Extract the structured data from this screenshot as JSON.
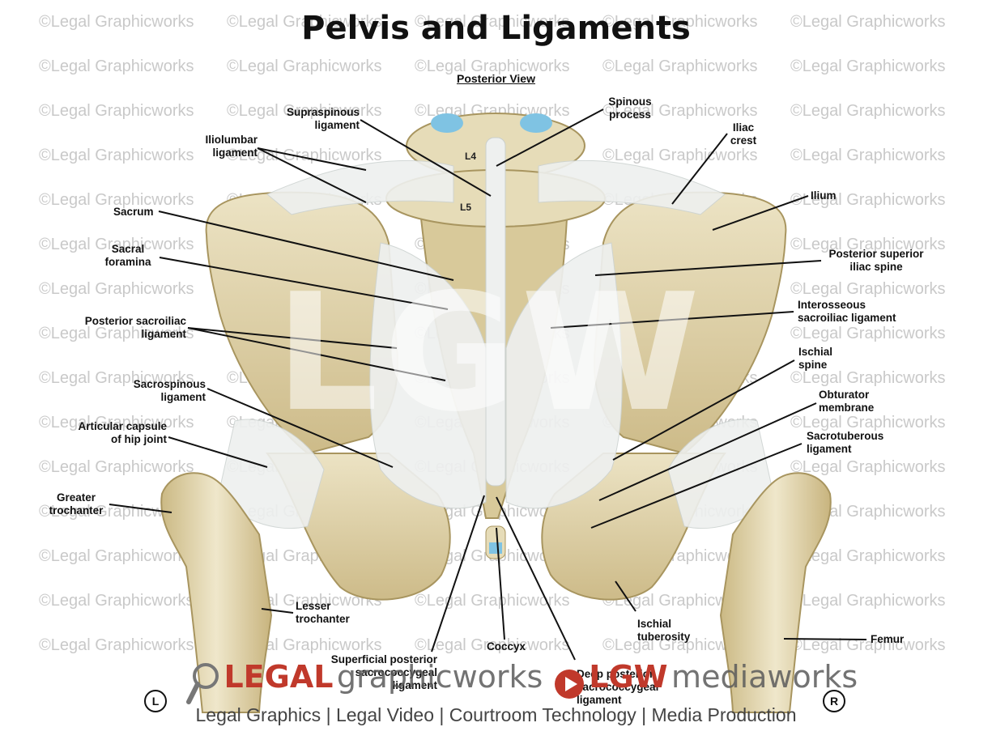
{
  "title": "Pelvis and Ligaments",
  "subtitle": "Posterior View",
  "watermark_text": "©Legal Graphicworks",
  "center_watermark": "LGW",
  "vertebra_labels": {
    "l4": "L4",
    "l5": "L5"
  },
  "labels": {
    "supraspinous": [
      "Supraspinous",
      "ligament"
    ],
    "spinous": [
      "Spinous",
      "process"
    ],
    "iliac_crest": [
      "Iliac",
      "crest"
    ],
    "iliolumbar": [
      "Iliolumbar",
      "ligament"
    ],
    "ilium": [
      "Ilium"
    ],
    "sacrum": [
      "Sacrum"
    ],
    "sacral_foramina": [
      "Sacral",
      "foramina"
    ],
    "psis": [
      "Posterior superior",
      "iliac spine"
    ],
    "interosseous": [
      "Interosseous",
      "sacroiliac ligament"
    ],
    "post_sacroiliac": [
      "Posterior sacroiliac",
      "ligament"
    ],
    "ischial_spine": [
      "Ischial",
      "spine"
    ],
    "sacrospinous": [
      "Sacrospinous",
      "ligament"
    ],
    "obturator": [
      "Obturator",
      "membrane"
    ],
    "articular_capsule": [
      "Articular capsule",
      "of hip joint"
    ],
    "sacrotuberous": [
      "Sacrotuberous",
      "ligament"
    ],
    "greater_trochanter": [
      "Greater",
      "trochanter"
    ],
    "lesser_trochanter": [
      "Lesser",
      "trochanter"
    ],
    "ischial_tuberosity": [
      "Ischial",
      "tuberosity"
    ],
    "femur": [
      "Femur"
    ],
    "coccyx": [
      "Coccyx"
    ],
    "superficial_sacrococcygeal": [
      "Superficial posterior",
      "sacrococcygeal",
      "ligament"
    ],
    "deep_sacrococcygeal": [
      "Deep posterior",
      "sacrococcygeal",
      "ligament"
    ]
  },
  "footer": {
    "logo_legal": "LEGAL",
    "logo_graphicworks": "graphicworks",
    "logo_lgw": "LGW",
    "logo_mediaworks": "mediaworks",
    "tagline": "Legal Graphics | Legal Video | Courtroom Technology | Media Production",
    "left_marker": "L",
    "right_marker": "R"
  },
  "colors": {
    "bone": "#e4d9b4",
    "bone_shade": "#b9a676",
    "ligament": "#eef0ef",
    "cartilage": "#7fc3e3",
    "logo_red": "#c0392b"
  }
}
